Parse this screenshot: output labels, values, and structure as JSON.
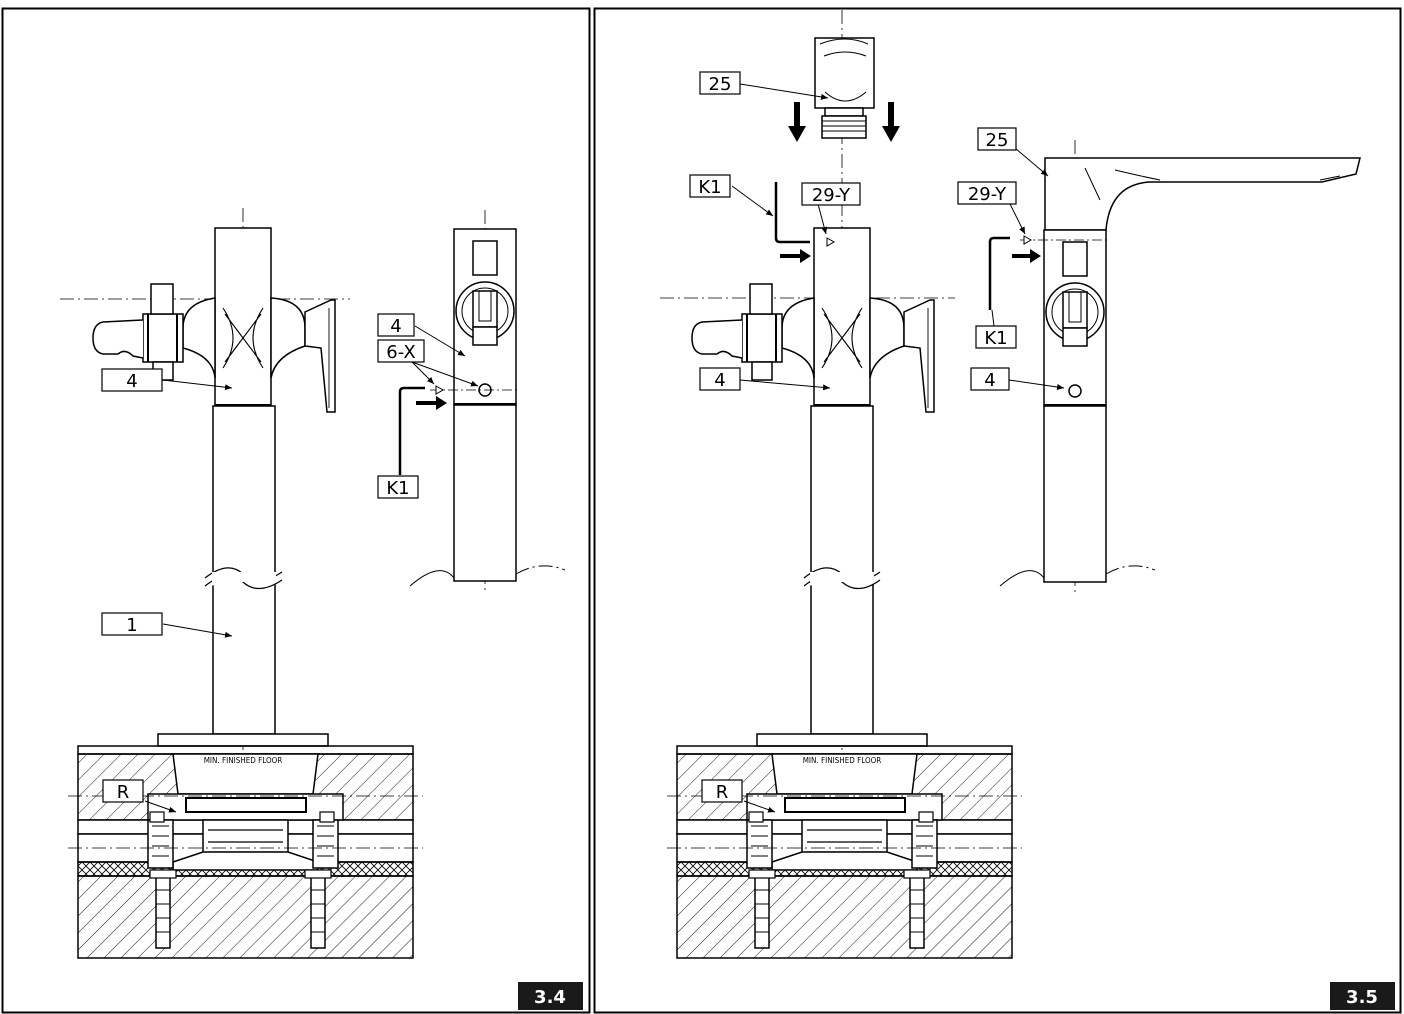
{
  "figure_left": {
    "number": "3.4",
    "labels": {
      "pipe": "1",
      "mixer_body_front": "4",
      "mixer_body_side": "4",
      "grub_screw": "6-X",
      "hex_key": "K1",
      "seal": "R"
    },
    "floor_plate_text": "MIN. FINISHED FLOOR"
  },
  "figure_right": {
    "number": "3.5",
    "labels": {
      "spout_front": "25",
      "spout_side": "25",
      "hex_key_front": "K1",
      "hex_key_side": "K1",
      "grub_screw_front": "29-Y",
      "grub_screw_side": "29-Y",
      "mixer_body_front": "4",
      "mixer_body_side": "4",
      "seal": "R"
    },
    "floor_plate_text": "MIN. FINISHED FLOOR"
  },
  "colors": {
    "ink": "#000000",
    "paper": "#ffffff",
    "badge": "#1a1a1a"
  }
}
